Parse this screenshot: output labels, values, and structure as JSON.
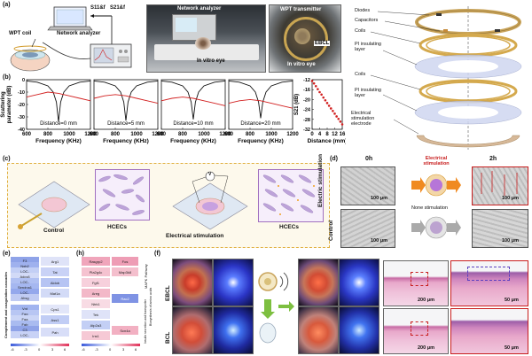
{
  "panels": {
    "a": "(a)",
    "b": "(b)",
    "c": "(c)",
    "d": "(d)",
    "e": "(e)",
    "f": "(f)",
    "h": "(h)"
  },
  "panel_a": {
    "s11_label": "S11&f",
    "s21_label": "S21&f",
    "wpt_coil": "WPT coil",
    "network_analyzer_left": "Network analyzer",
    "photo1_network_analyzer": "Network analyzer",
    "photo1_in_vitro_eye": "In vitro eye",
    "photo2_wpt_transmitter": "WPT transmitter",
    "photo2_ebcl": "EBCL",
    "photo2_in_vitro_eye": "In vitro eye",
    "exploded_labels": [
      "Diodes",
      "Capacitors",
      "Coils",
      "PI insulating layer",
      "Coils",
      "PI insulating layer",
      "Electrical stimulation electrode"
    ]
  },
  "chart_data": [
    {
      "type": "line",
      "title": "",
      "xlabel": "Frequency (KHz)",
      "ylabel": "Scattering parameter (dB)",
      "annotation": "Distance=0 mm",
      "xlim": [
        600,
        1200
      ],
      "ylim": [
        -40,
        0
      ],
      "xticks": [
        "600",
        "800",
        "1000",
        "1200"
      ],
      "yticks": [
        "0",
        "-10",
        "-20",
        "-30",
        "-40"
      ],
      "series": [
        {
          "x": [
            600,
            700,
            800,
            850,
            880,
            900,
            920,
            950,
            1000,
            1100,
            1200
          ],
          "y": [
            -1,
            -2,
            -5,
            -10,
            -18,
            -34,
            -18,
            -10,
            -5,
            -2,
            -1
          ]
        },
        {
          "x": [
            600,
            700,
            800,
            900,
            1000,
            1100,
            1200
          ],
          "y": [
            -14,
            -12,
            -10,
            -11,
            -13,
            -15,
            -17
          ]
        }
      ]
    },
    {
      "type": "line",
      "title": "",
      "xlabel": "Frequency (KHz)",
      "ylabel": "",
      "annotation": "Distance=5 mm",
      "xlim": [
        600,
        1200
      ],
      "ylim": [
        -40,
        0
      ],
      "xticks": [
        "600",
        "800",
        "1000",
        "1200"
      ],
      "yticks": [],
      "series": [
        {
          "x": [
            600,
            700,
            800,
            850,
            880,
            900,
            920,
            950,
            1000,
            1100,
            1200
          ],
          "y": [
            -1,
            -2,
            -5,
            -10,
            -18,
            -33,
            -18,
            -10,
            -5,
            -2,
            -1
          ]
        },
        {
          "x": [
            600,
            700,
            800,
            900,
            1000,
            1100,
            1200
          ],
          "y": [
            -15,
            -13,
            -12,
            -13,
            -15,
            -17,
            -19
          ]
        }
      ]
    },
    {
      "type": "line",
      "title": "",
      "xlabel": "Frequency (KHz)",
      "ylabel": "",
      "annotation": "Distance=10 mm",
      "xlim": [
        600,
        1200
      ],
      "ylim": [
        -40,
        0
      ],
      "xticks": [
        "600",
        "800",
        "1000",
        "1200"
      ],
      "yticks": [],
      "series": [
        {
          "x": [
            600,
            700,
            800,
            850,
            880,
            900,
            920,
            950,
            1000,
            1100,
            1200
          ],
          "y": [
            -1,
            -2,
            -5,
            -10,
            -18,
            -32,
            -18,
            -10,
            -5,
            -2,
            -1
          ]
        },
        {
          "x": [
            600,
            700,
            800,
            900,
            1000,
            1100,
            1200
          ],
          "y": [
            -17,
            -15,
            -14,
            -15,
            -17,
            -19,
            -21
          ]
        }
      ]
    },
    {
      "type": "line",
      "title": "",
      "xlabel": "Frequency (KHz)",
      "ylabel": "",
      "annotation": "Distance=20 mm",
      "xlim": [
        600,
        1200
      ],
      "ylim": [
        -40,
        0
      ],
      "xticks": [
        "600",
        "800",
        "1000",
        "1200"
      ],
      "yticks": [],
      "series": [
        {
          "x": [
            600,
            700,
            800,
            850,
            880,
            900,
            920,
            950,
            1000,
            1100,
            1200
          ],
          "y": [
            -1,
            -2,
            -5,
            -10,
            -18,
            -31,
            -18,
            -10,
            -5,
            -2,
            -1
          ]
        },
        {
          "x": [
            600,
            700,
            800,
            900,
            1000,
            1100,
            1200
          ],
          "y": [
            -19,
            -17,
            -16,
            -17,
            -19,
            -21,
            -23
          ]
        }
      ]
    },
    {
      "type": "scatter",
      "title": "",
      "xlabel": "Distance (mm)",
      "ylabel": "S21 (dB)",
      "xlim": [
        0,
        16
      ],
      "ylim": [
        -32,
        -12
      ],
      "xticks": [
        "0",
        "4",
        "8",
        "12",
        "16"
      ],
      "yticks": [
        "-12",
        "-16",
        "-20",
        "-24",
        "-28",
        "-32"
      ],
      "series": [
        {
          "x": [
            0,
            1,
            2,
            3,
            4,
            5,
            6,
            7,
            8,
            9,
            10,
            11,
            12,
            13,
            14,
            15,
            16
          ],
          "y": [
            -12.5,
            -13.5,
            -14.6,
            -15.8,
            -17,
            -18,
            -19.2,
            -20.3,
            -21.4,
            -22.5,
            -23.6,
            -24.6,
            -25.7,
            -26.8,
            -27.8,
            -28.9,
            -30
          ]
        }
      ]
    }
  ],
  "panel_c": {
    "control": "Control",
    "hcecs_left": "HCECs",
    "electrical_stimulation": "Electrical stimulation",
    "hcecs_right": "HCECs",
    "voltage_symbol": "V"
  },
  "panel_d": {
    "col_0h": "0h",
    "col_es": "Electrical stimulation",
    "col_2h": "2h",
    "row_electric": "Electric stimulation",
    "row_control": "Control",
    "none_stimulation": "None stimulation",
    "scalebar_1": "100 μm",
    "scalebar_2": "100 μm",
    "scalebar_3": "100 μm",
    "scalebar_4": "100 μm"
  },
  "panel_e": {
    "side_label": "Complement and coagulation cascades",
    "col1": [
      "F3",
      "Ngb2",
      "LOC-",
      "Adcy6",
      "LOC-",
      "Serpina1",
      "LOC-",
      "Ahsg",
      "Vnt",
      "Fgg",
      "Fga",
      "Fgb",
      "C3",
      "LOC-"
    ],
    "col2": [
      "Arg1",
      "Tat",
      "Aldob",
      "Mat1a",
      "Cps1",
      "Ass1",
      "Pah"
    ],
    "axis": [
      "-6",
      "-3",
      "0",
      "3",
      "6"
    ]
  },
  "panel_h": {
    "col1": [
      "Rasgrp2",
      "Pla2g4c",
      "Fgf1",
      "Areg",
      "Ntrk1",
      "Tek",
      "Atp2a3",
      "Ins1"
    ],
    "col2": [
      "Fos",
      "Map3k8",
      "Rac2",
      "Scn4a"
    ],
    "side_labels": [
      "MAPK Pathway",
      "Biosynthesis of amino acids",
      "Insulin secretion and transporter"
    ],
    "axis": [
      "-6",
      "-3",
      "0",
      "3",
      "6"
    ]
  },
  "panel_f": {
    "ebcl": "EBCL",
    "bcl": "BCL",
    "scale_200_top": "200 μm",
    "scale_50_top": "50 μm",
    "scale_200_bottom": "200 μm",
    "scale_50_bottom": "50 μm"
  },
  "colors": {
    "border_dark": "#333333",
    "dashed_gold": "#e0b040",
    "pink_box": "#e06090",
    "red_curve": "#d22020",
    "red_markers": "#d22020",
    "stim_orange": "#f08a20",
    "he_pink": "#e7a3c6"
  }
}
